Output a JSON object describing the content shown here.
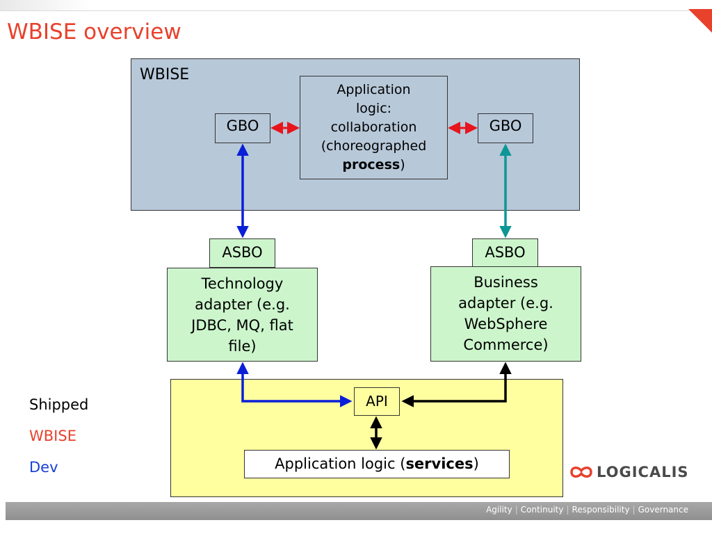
{
  "slide": {
    "title": "WBISE overview"
  },
  "wbise_frame": {
    "label": "WBISE"
  },
  "gbo_left": {
    "label": "GBO"
  },
  "gbo_right": {
    "label": "GBO"
  },
  "app_logic_collab": {
    "line1": "Application",
    "line2": "logic:",
    "line3": "collaboration",
    "line4": "(choreographed",
    "line5_bold": "process",
    "line5_tail": ")"
  },
  "asbo_left": {
    "label": "ASBO"
  },
  "asbo_right": {
    "label": "ASBO"
  },
  "tech_adapter": {
    "line1": "Technology",
    "line2": "adapter (e.g.",
    "line3": "JDBC, MQ, flat",
    "line4": "file)"
  },
  "business_adapter": {
    "line1": "Business",
    "line2": "adapter (e.g.",
    "line3": "WebSphere",
    "line4": "Commerce)"
  },
  "api": {
    "label": "API"
  },
  "services_box": {
    "prefix": "Application logic (",
    "bold": "services",
    "suffix": ")"
  },
  "legend": [
    {
      "label": "Shipped",
      "color": "#000000"
    },
    {
      "label": "WBISE",
      "color": "#e8412c"
    },
    {
      "label": "Dev",
      "color": "#1a3fd6"
    }
  ],
  "logo": {
    "text": "LOGICALIS"
  },
  "footer": {
    "taglines": [
      "Agility",
      "Continuity",
      "Responsibility",
      "Governance"
    ],
    "separator": "|"
  },
  "colors": {
    "title": "#e8412c",
    "wbise_arrow": "#e8141c",
    "dev_arrow": "#0a1fd8",
    "teal_arrow": "#0e9696",
    "shipped_arrow": "#000000"
  }
}
